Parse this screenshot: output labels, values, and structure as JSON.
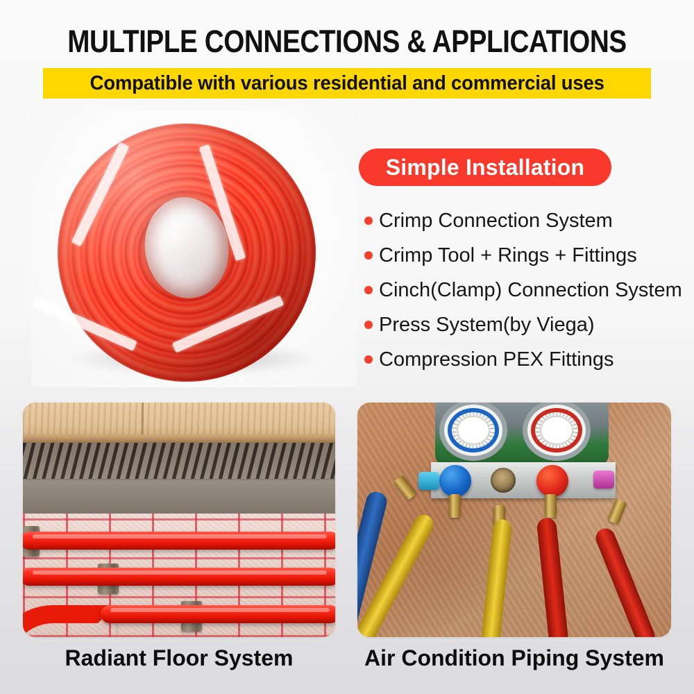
{
  "header": {
    "title": "MULTIPLE CONNECTIONS & APPLICATIONS",
    "subtitle": "Compatible with various residential and commercial uses",
    "subtitle_bg": "#FFD700",
    "title_color": "#111111"
  },
  "badge": {
    "label": "Simple Installation",
    "bg": "#F9392B",
    "text_color": "#FFFFFF"
  },
  "features": {
    "bullet_color": "#F4402C",
    "items": [
      {
        "label": "Crimp Connection System"
      },
      {
        "label": "Crimp Tool + Rings + Fittings"
      },
      {
        "label": "Cinch(Clamp) Connection System"
      },
      {
        "label": "Press System(by Viega)"
      },
      {
        "label": "Compression PEX Fittings"
      }
    ]
  },
  "photos": {
    "coil": {
      "alt": "Coil of red PEX tubing bound with white straps",
      "tube_color": "#FF3621"
    },
    "floor": {
      "alt": "Red PEX pipes clipped to grid insulation board under mortar and wood flooring",
      "caption": "Radiant Floor System"
    },
    "hvac": {
      "alt": "AC manifold gauge set with blue and red gauges and colored charging hoses",
      "caption": "Air Condition Piping System"
    }
  }
}
